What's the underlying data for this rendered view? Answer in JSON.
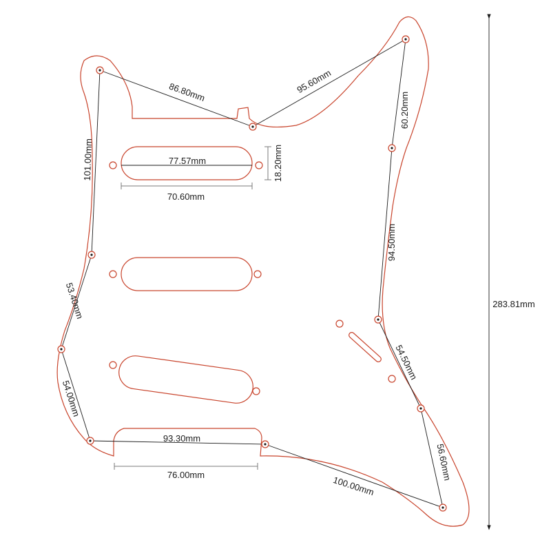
{
  "diagram": {
    "colors": {
      "outline": "#c8432b",
      "dimension": "#1a1a1a",
      "guide": "#7a7a7a",
      "background": "#ffffff"
    },
    "labels": {
      "d_86_80": "86.80mm",
      "d_95_60": "95.60mm",
      "d_60_20": "60.20mm",
      "d_94_50": "94.50mm",
      "d_54_50": "54.50mm",
      "d_56_60": "56.60mm",
      "d_100_00": "100.00mm",
      "d_93_30": "93.30mm",
      "d_76_00": "76.00mm",
      "d_54_00": "54.00mm",
      "d_53_40": "53.40mm",
      "d_101_00": "101.00mm",
      "d_77_57": "77.57mm",
      "d_70_60": "70.60mm",
      "d_18_20": "18.20mm",
      "d_283_81": "283.81mm"
    }
  }
}
